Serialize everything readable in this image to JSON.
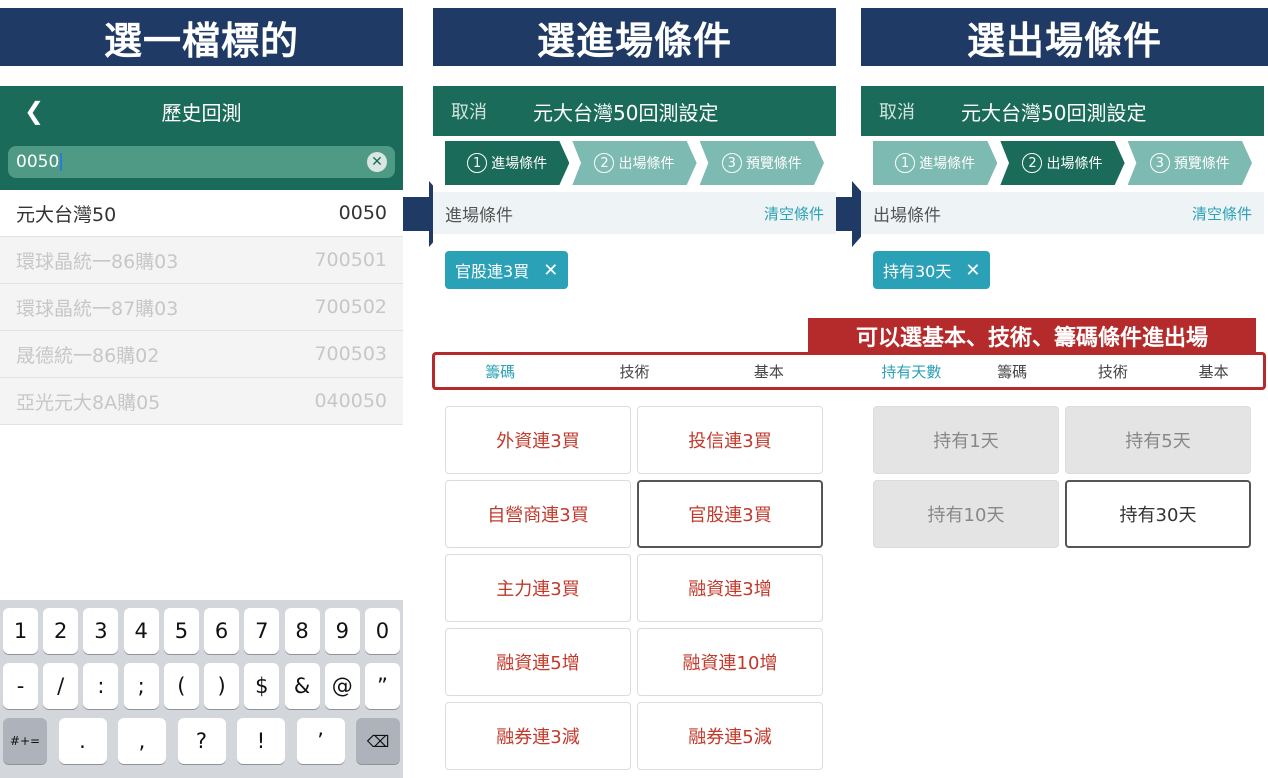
{
  "banners": [
    "選一檔標的",
    "選進場條件",
    "選出場條件"
  ],
  "panel1": {
    "back_icon": "chevron-left-icon",
    "title": "歷史回測",
    "search_value": "0050",
    "results": [
      {
        "name": "元大台灣50",
        "code": "0050"
      },
      {
        "name": "環球晶統一86購03",
        "code": "700501"
      },
      {
        "name": "環球晶統一87購03",
        "code": "700502"
      },
      {
        "name": "晟德統一86購02",
        "code": "700503"
      },
      {
        "name": "亞光元大8A購05",
        "code": "040050"
      }
    ],
    "keyboard": {
      "row1": [
        "1",
        "2",
        "3",
        "4",
        "5",
        "6",
        "7",
        "8",
        "9",
        "0"
      ],
      "row2": [
        "-",
        "/",
        ":",
        ";",
        "(",
        ")",
        "$",
        "&",
        "@",
        "”"
      ],
      "row3_left": "#+=",
      "row3": [
        ".",
        ",",
        "?",
        "!",
        "’"
      ],
      "delete_icon": "backspace-icon"
    }
  },
  "panel2": {
    "cancel": "取消",
    "title": "元大台灣50回測設定",
    "steps": [
      {
        "num": "1",
        "label": "進場條件"
      },
      {
        "num": "2",
        "label": "出場條件"
      },
      {
        "num": "3",
        "label": "預覽條件"
      }
    ],
    "section": "進場條件",
    "clear_all": "清空條件",
    "chip": "官股連3買",
    "tabs": [
      "籌碼",
      "技術",
      "基本"
    ],
    "options": [
      "外資連3買",
      "投信連3買",
      "自營商連3買",
      "官股連3買",
      "主力連3買",
      "融資連3增",
      "融資連5增",
      "融資連10增",
      "融券連3減",
      "融券連5減"
    ],
    "selected_option": "官股連3買"
  },
  "panel3": {
    "cancel": "取消",
    "title": "元大台灣50回測設定",
    "steps": [
      {
        "num": "1",
        "label": "進場條件"
      },
      {
        "num": "2",
        "label": "出場條件"
      },
      {
        "num": "3",
        "label": "預覽條件"
      }
    ],
    "section": "出場條件",
    "clear_all": "清空條件",
    "chip": "持有30天",
    "tabs": [
      "持有天數",
      "籌碼",
      "技術",
      "基本"
    ],
    "options": [
      "持有1天",
      "持有5天",
      "持有10天",
      "持有30天"
    ],
    "selected_option": "持有30天"
  },
  "callout": "可以選基本、技術、籌碼條件進出場",
  "colors": {
    "banner": "#1f3a64",
    "appbar": "#1b6b5a",
    "accent": "#2aa1b6",
    "callout": "#b52a2a"
  }
}
